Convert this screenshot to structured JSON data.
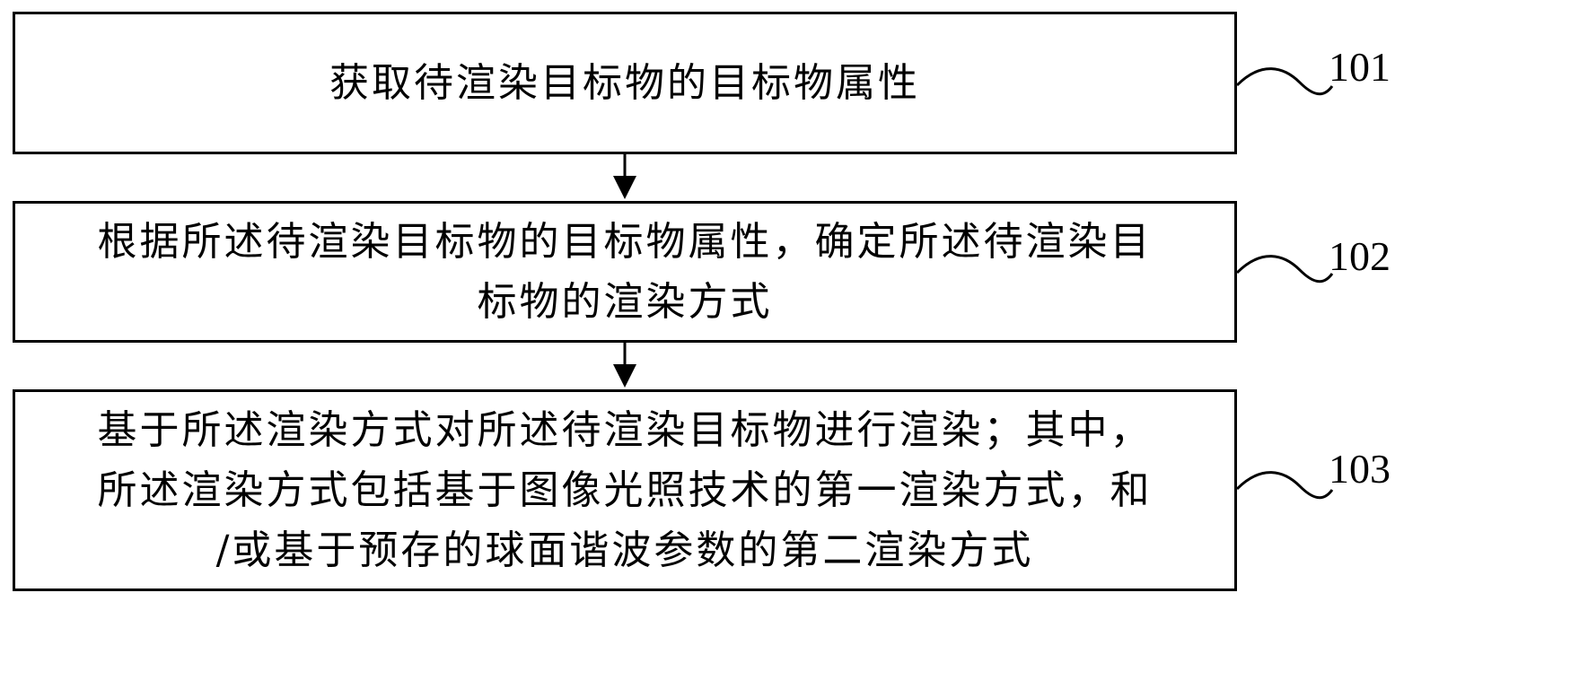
{
  "steps": [
    {
      "number": "101",
      "lines": [
        "获取待渲染目标物的目标物属性"
      ]
    },
    {
      "number": "102",
      "lines": [
        "根据所述待渲染目标物的目标物属性，确定所述待渲染目",
        "标物的渲染方式"
      ]
    },
    {
      "number": "103",
      "lines": [
        "基于所述渲染方式对所述待渲染目标物进行渲染；其中，",
        "所述渲染方式包括基于图像光照技术的第一渲染方式，和",
        "/或基于预存的球面谐波参数的第二渲染方式"
      ]
    }
  ],
  "colors": {
    "line": "#000000",
    "background": "#ffffff"
  }
}
